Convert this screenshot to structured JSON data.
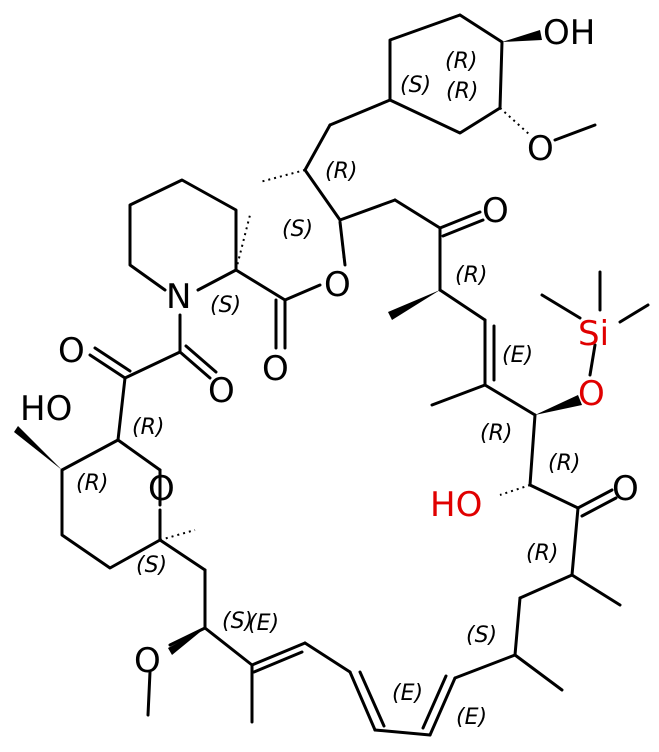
{
  "colors": {
    "bond": "#000000",
    "text": "#000000",
    "highlight": "#e00000",
    "background": "#ffffff"
  },
  "atoms": {
    "oh_cyclohexyl": "OH",
    "o_methoxy_top": "O",
    "o_ketone_top": "O",
    "o_ester_ring": "O",
    "o_ester_carbonyl": "O",
    "n_piperidine": "N",
    "o_oxo_1": "O",
    "o_oxo_2": "O",
    "ho_hemiketal": "HO",
    "o_pyran": "O",
    "o_methoxy_bottom": "O",
    "si": "Si",
    "o_silyl": "O",
    "ho_red": "HO",
    "o_ketone_right": "O"
  },
  "stereo": {
    "r1": "(R)",
    "s1": "(S)",
    "r2": "(R)",
    "r3": "(R)",
    "s2": "(S)",
    "s3": "(S)",
    "r4": "(R)",
    "e1": "(E)",
    "r5": "(R)",
    "r6": "(R)",
    "r7": "(R)",
    "r8": "(R)",
    "s4": "(S)",
    "s5": "(S)",
    "s6": "(S)",
    "e2": "(E)",
    "e3": "(E)",
    "e4": "(E)"
  }
}
